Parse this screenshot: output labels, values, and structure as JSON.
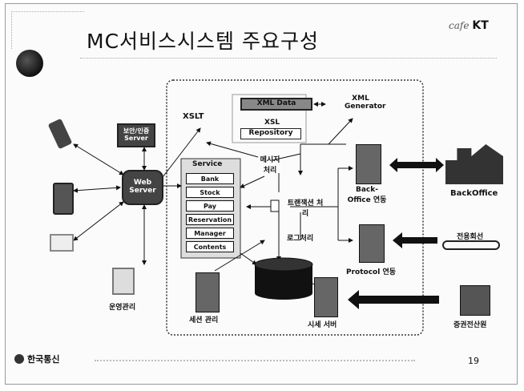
{
  "slide": {
    "title": "MC서비스시스템 주요구성",
    "brand": "KT",
    "brand_script": "cafe",
    "footer_company": "한국통신",
    "page_number": "19"
  },
  "diagram": {
    "xslt": "XSLT",
    "xml_data": "XML Data",
    "xsl": "XSL",
    "repository": "Repository",
    "xml_generator": "XML Generator",
    "security_server": "보안/인증 Server",
    "web_server": "Web Server",
    "service_title": "Service",
    "services": [
      "Bank",
      "Stock",
      "Pay",
      "Reservation",
      "Manager",
      "Contents"
    ],
    "message_processing": "메시지 처리",
    "transaction_processing": "트랜잭션 처리",
    "log_processing": "로그처리",
    "backoffice_link": "Back-Office 연동",
    "protocol_link": "Protocol 연동",
    "backoffice": "BackOffice",
    "dedicated_line": "전용회선",
    "session_mgmt": "세션 관리",
    "quote_server": "시세 서버",
    "securities_center": "증권전산원",
    "operations_mgmt": "운영관리"
  },
  "icons": [
    "phone-icon",
    "pda-icon",
    "laptop-icon",
    "desktop-icon",
    "server-icon",
    "database-icon",
    "building-icon"
  ]
}
